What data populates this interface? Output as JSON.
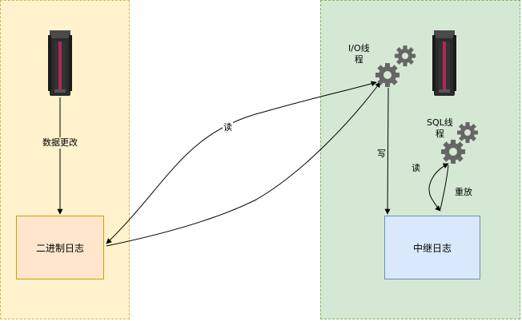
{
  "labels": {
    "data_change": "数据更改",
    "binlog": "二进制日志",
    "read_io": "读",
    "io_thread": "I/O线\n程",
    "write": "写",
    "sql_thread": "SQL线\n程",
    "read_sql": "读",
    "replay": "重放",
    "relay_log": "中继日志"
  },
  "icons": {
    "server": "server-icon",
    "gears": "gears-icon"
  },
  "colors": {
    "master_panel": "#fff2cc",
    "slave_panel": "#d5e8d4",
    "binlog_box": "#ffe6cc",
    "relay_box": "#dae8fc"
  }
}
